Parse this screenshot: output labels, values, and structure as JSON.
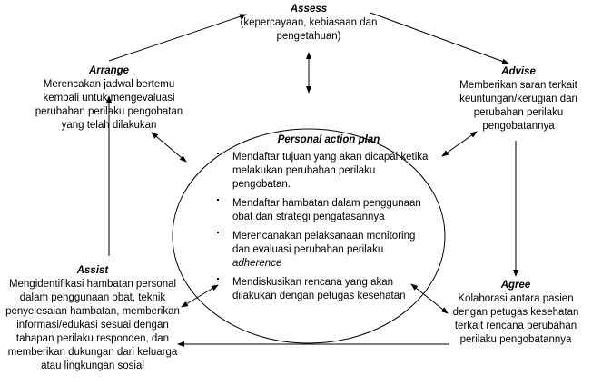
{
  "nodes": {
    "assess": {
      "title": "Assess",
      "body": "(kepercayaan, kebiasaan dan pengetahuan)"
    },
    "advise": {
      "title": "Advise",
      "body": "Memberikan saran terkait keuntungan/kerugian dari perubahan perilaku pengobatannya"
    },
    "agree": {
      "title": "Agree",
      "body": "Kolaborasi antara pasien dengan petugas kesehatan terkait rencana perubahan perilaku pengobatannya"
    },
    "assist": {
      "title": "Assist",
      "body": "Mengidentifikasi hambatan personal dalam penggunaan obat, teknik penyelesaian hambatan, memberikan informasi/edukasi sesuai dengan tahapan perilaku responden,  dan memberikan dukungan dari keluarga atau lingkungan sosial"
    },
    "arrange": {
      "title": "Arrange",
      "body": "Merencakan jadwal bertemu kembali untuk mengevaluasi perubahan perilaku pengobatan yang telah dilakukan"
    }
  },
  "plan": {
    "title": "Personal action plan",
    "items": [
      "Mendaftar tujuan yang akan dicapai ketika melakukan perubahan perilaku pengobatan.",
      "Mendaftar hambatan dalam penggunaan obat dan strategi pengatasannya",
      "Merencanakan pelaksanaan monitoring dan evaluasi perubahan perilaku ",
      "Mendiskusikan rencana yang akan dilakukan dengan petugas kesehatan"
    ],
    "item3_italic": "adherence"
  }
}
